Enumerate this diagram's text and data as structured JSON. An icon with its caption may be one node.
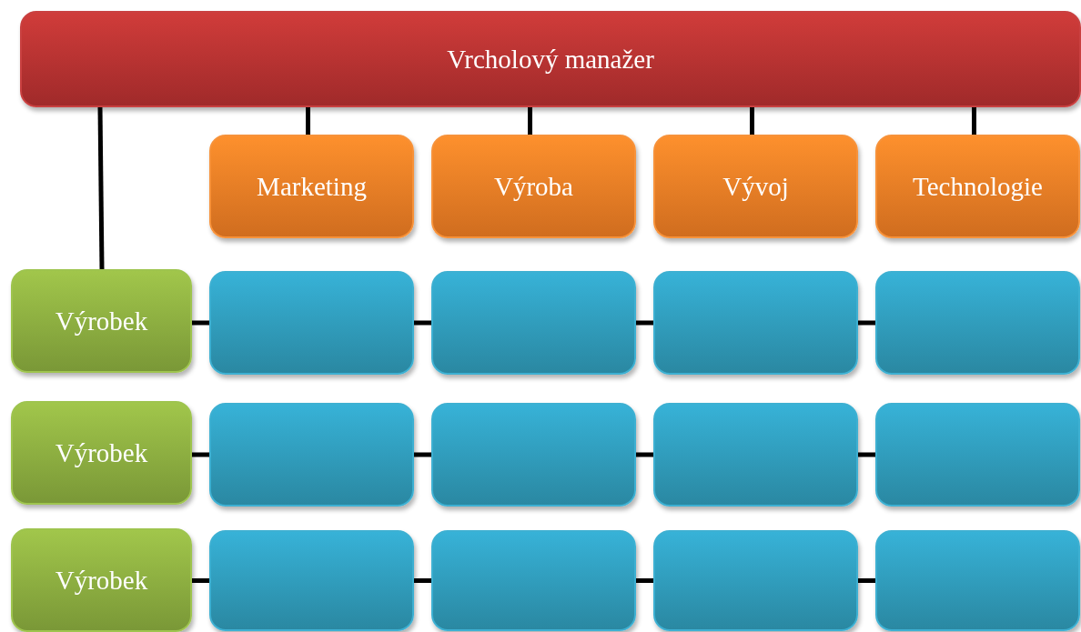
{
  "diagram": {
    "nodes": [
      {
        "text": [
          "Vrcholový manažer"
        ]
      },
      {
        "text": [
          "Marketing"
        ]
      },
      {
        "text": [
          "Výroba"
        ]
      },
      {
        "text": [
          "Vývoj"
        ]
      },
      {
        "text": [
          "Technologie"
        ]
      },
      {
        "text": [
          "Výrobek"
        ]
      },
      {
        "text": [],
        "shape": "box"
      },
      {
        "text": [],
        "shape": "box"
      },
      {
        "text": [],
        "shape": "box"
      },
      {
        "text": [],
        "shape": "box"
      },
      {
        "text": [
          "Výrobek"
        ]
      },
      {
        "text": [],
        "shape": "box"
      },
      {
        "text": [],
        "shape": "box"
      },
      {
        "text": [],
        "shape": "box"
      },
      {
        "text": [],
        "shape": "box"
      },
      {
        "text": [
          "Výrobek"
        ]
      },
      {
        "text": [],
        "shape": "box"
      },
      {
        "text": [],
        "shape": "box"
      },
      {
        "text": [],
        "shape": "box"
      },
      {
        "text": [],
        "shape": "box"
      }
    ],
    "edges": [
      {
        "from": 0,
        "to": 5,
        "arrow": "none"
      },
      {
        "from": 0,
        "to": 1,
        "arrow": "none"
      },
      {
        "from": 0,
        "to": 2,
        "arrow": "none"
      },
      {
        "from": 0,
        "to": 3,
        "arrow": "none"
      },
      {
        "from": 0,
        "to": 4,
        "arrow": "none"
      },
      {
        "from": 5,
        "to": 6,
        "arrow": "none"
      },
      {
        "from": 6,
        "to": 7,
        "arrow": "none"
      },
      {
        "from": 7,
        "to": 8,
        "arrow": "none"
      },
      {
        "from": 8,
        "to": 9,
        "arrow": "none"
      },
      {
        "from": 10,
        "to": 11,
        "arrow": "none"
      },
      {
        "from": 11,
        "to": 12,
        "arrow": "none"
      },
      {
        "from": 12,
        "to": 13,
        "arrow": "none"
      },
      {
        "from": 13,
        "to": 14,
        "arrow": "none"
      },
      {
        "from": 15,
        "to": 16,
        "arrow": "none"
      },
      {
        "from": 16,
        "to": 17,
        "arrow": "none"
      },
      {
        "from": 17,
        "to": 18,
        "arrow": "none"
      },
      {
        "from": 18,
        "to": 19,
        "arrow": "none"
      }
    ]
  }
}
